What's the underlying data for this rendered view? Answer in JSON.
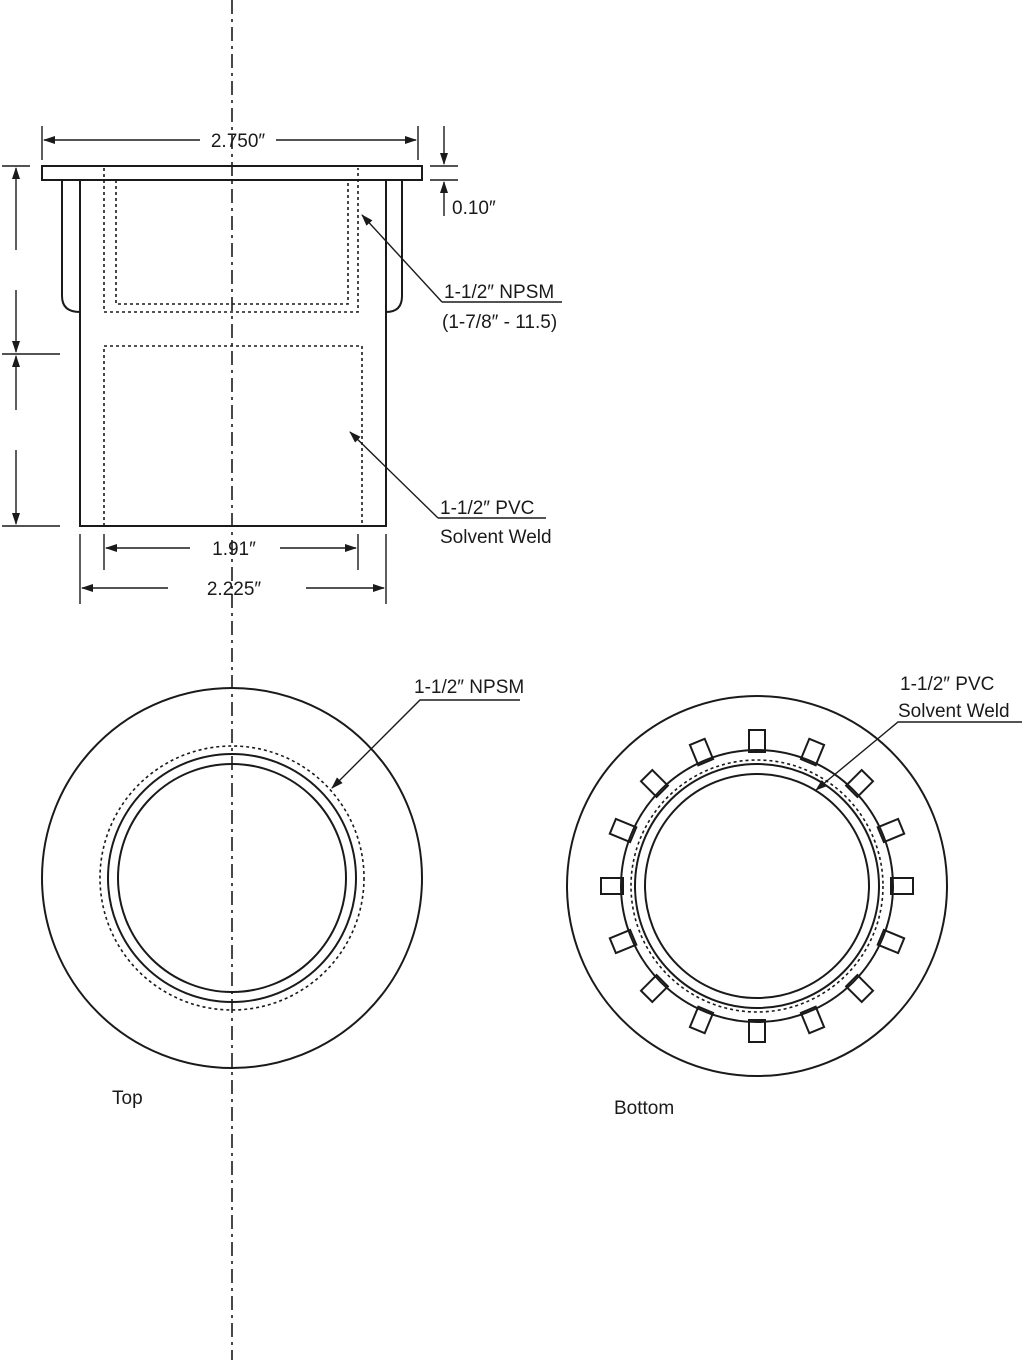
{
  "labels": {
    "flange_width": "2.750″",
    "flange_thickness": "0.10″",
    "npsm_thread": "1-1/2″ NPSM",
    "npsm_thread_spec": "(1-7/8″ - 11.5)",
    "pvc_line1": "1-1/2″ PVC",
    "pvc_line2": "Solvent Weld",
    "inner_diameter": "1.91″",
    "outer_diameter": "2.225″",
    "top_npsm": "1-1/2″ NPSM",
    "bottom_pvc_line1": "1-1/2″ PVC",
    "bottom_pvc_line2": "Solvent Weld",
    "top_view": "Top",
    "bottom_view": "Bottom"
  }
}
